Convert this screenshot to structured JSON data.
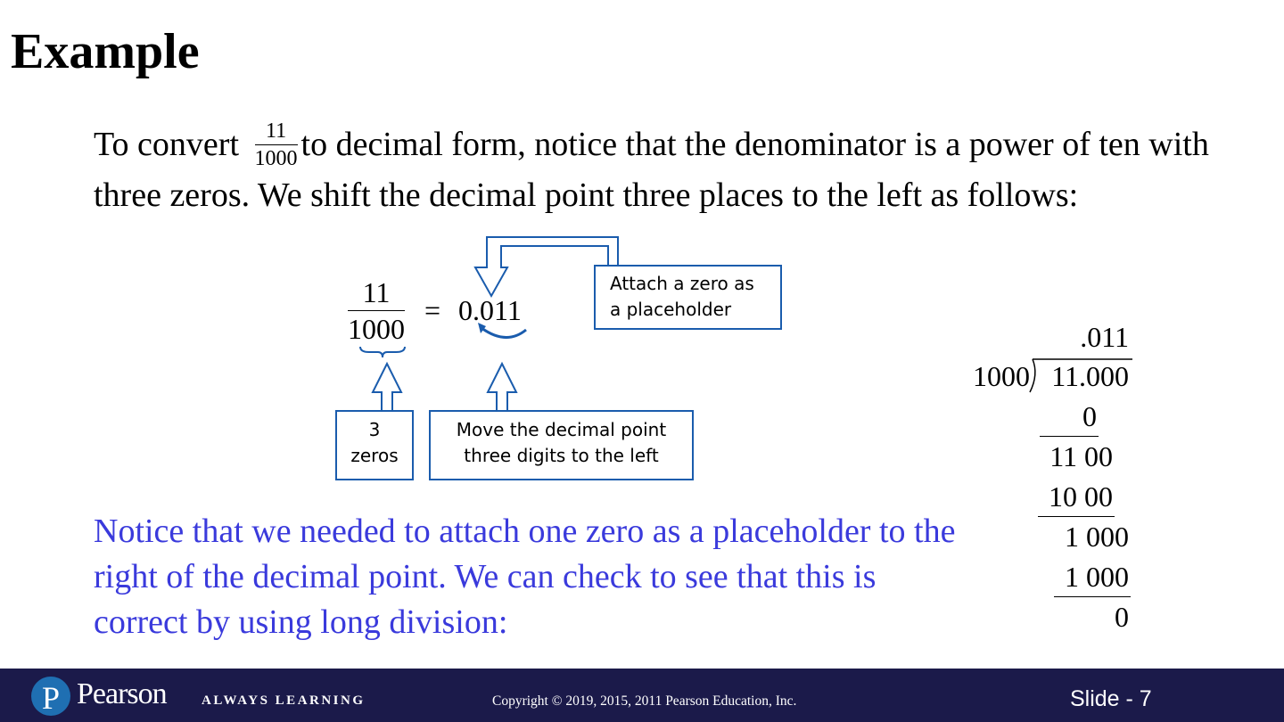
{
  "title": "Example",
  "intro": {
    "prefix": "To convert",
    "fraction": {
      "numerator": "11",
      "denominator": "1000"
    },
    "suffix": "to decimal form, notice that the denominator is a power of ten with three zeros. We shift the decimal point three places to the left as follows:"
  },
  "diagram": {
    "fraction": {
      "numerator": "11",
      "denominator": "1000"
    },
    "equals": "=",
    "result": "0.011",
    "callouts": {
      "placeholder": [
        "Attach a zero as",
        "a placeholder"
      ],
      "zeros": [
        "3",
        "zeros"
      ],
      "move": [
        "Move the decimal point",
        "three digits to the left"
      ]
    }
  },
  "notice": "Notice that we needed to attach one zero as a placeholder to the right of the decimal point. We can check to see that this is correct by using long division:",
  "long_division": {
    "quotient": ".011",
    "divisor": "1000",
    "dividend": "11.000",
    "steps": [
      "0",
      "11 00",
      "10 00",
      "1 000",
      "1 000",
      "0"
    ]
  },
  "footer": {
    "brand": "Pearson",
    "tagline": "ALWAYS LEARNING",
    "copyright": "Copyright © 2019, 2015, 2011 Pearson Education, Inc.",
    "slide": "Slide - 7"
  },
  "colors": {
    "accent_text": "#3a3adc",
    "callout_border": "#1a5cad",
    "footer_bg": "#1b1a4a",
    "logo": "#1f6fb2"
  }
}
